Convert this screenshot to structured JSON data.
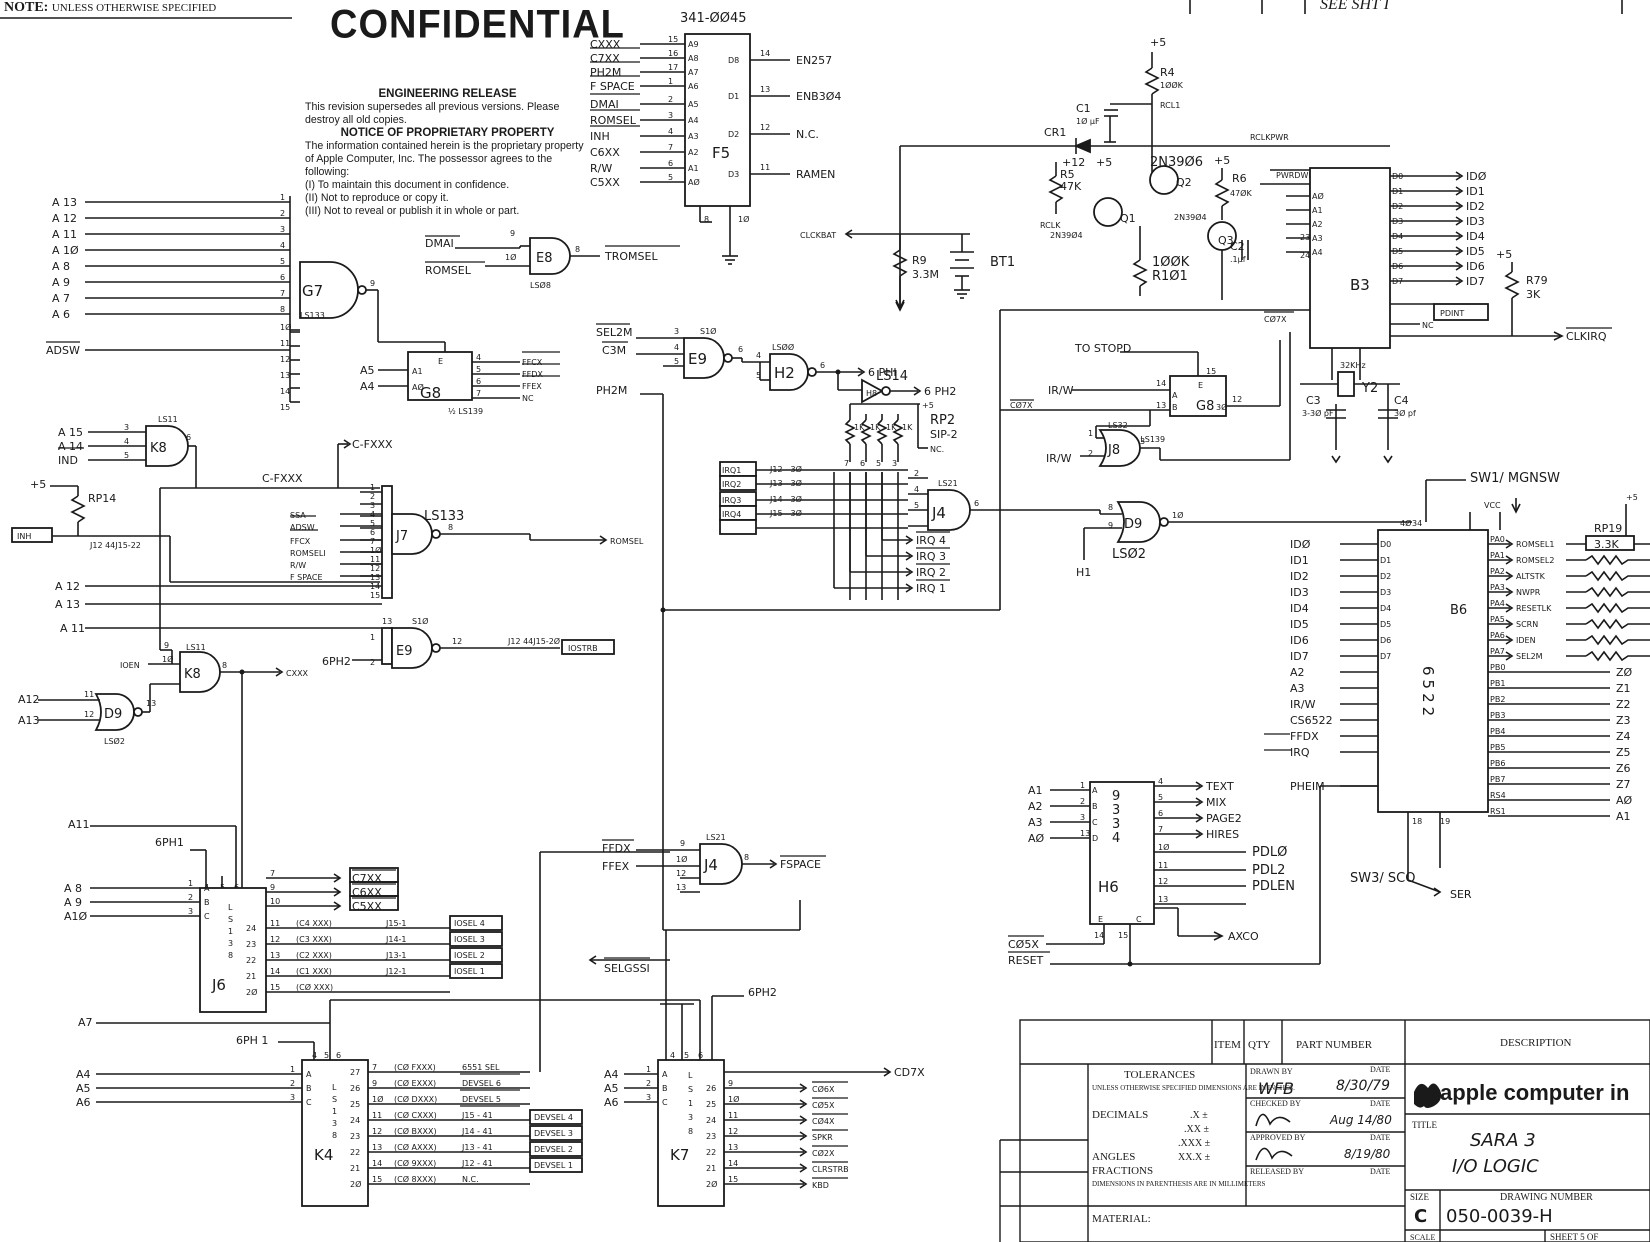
{
  "header": {
    "note": "NOTE:",
    "note_small": "UNLESS OTHERWISE SPECIFIED",
    "confidential": "CONFIDENTIAL",
    "see_sheet": "SEE SHT I"
  },
  "notice": {
    "release_title": "ENGINEERING RELEASE",
    "release_text": "This revision supersedes all previous versions. Please destroy all old copies.",
    "proprietary_title": "NOTICE OF PROPRIETARY PROPERTY",
    "proprietary_text": "The information contained herein is the proprietary property of Apple Computer, Inc. The possessor agrees to the following:",
    "items": [
      "(I) To maintain this document in confidence.",
      "(II) Not to reproduce or copy it.",
      "(III) Not to reveal or publish it in whole or part."
    ]
  },
  "chips": {
    "f5": {
      "part": "341-ØØ45",
      "ref": "F5"
    },
    "g7": {
      "ref": "G7",
      "type": "LS133"
    },
    "g8": {
      "ref": "G8",
      "type": "½ LS139"
    },
    "e8": {
      "ref": "E8",
      "type": "LSØ8"
    },
    "k8a": {
      "ref": "K8",
      "type": "LS11"
    },
    "j7": {
      "ref": "J7",
      "type": "LS133"
    },
    "e9a": {
      "ref": "E9",
      "type": "S1Ø"
    },
    "k8b": {
      "ref": "K8",
      "type": "LS11"
    },
    "d9a": {
      "ref": "D9",
      "type": "LSØ2"
    },
    "j6": {
      "ref": "J6"
    },
    "k4": {
      "ref": "K4"
    },
    "k7": {
      "ref": "K7"
    },
    "e9b": {
      "ref": "E9",
      "type": "S1Ø"
    },
    "h2": {
      "ref": "H2",
      "type": "LSØØ"
    },
    "h8": {
      "ref": "H8",
      "type": "LS14"
    },
    "rp2": {
      "ref": "RP2",
      "type": "SIP-2"
    },
    "j4": {
      "ref": "J4",
      "type": "LS21"
    },
    "j4b": {
      "ref": "J4",
      "type": "LS21"
    },
    "g8b": {
      "ref": "G8",
      "type": "½ LS139"
    },
    "j8": {
      "ref": "J8",
      "type": "LS32"
    },
    "d9b": {
      "ref": "D9",
      "type": "LSØ2"
    },
    "b3": {
      "ref": "B3"
    },
    "b6": {
      "ref": "B6",
      "part": "6522"
    },
    "h6": {
      "ref": "H6"
    }
  },
  "components": {
    "r4": "R4",
    "r4v": "1ØØK",
    "c1": "C1",
    "c1v": "1Ø μF",
    "cr1": "CR1",
    "r5": "R5",
    "r5v": "47K",
    "q1": "Q1",
    "q1t": "2N39Ø4",
    "q2": "Q2",
    "q2t": "2N39Ø6",
    "q3": "Q3",
    "q3t": "2N39Ø4",
    "r6": "R6",
    "r6v": "47ØK",
    "c2": "C2",
    "c2v": ".1μf",
    "r101": "R1Ø1",
    "r101v": "1ØØK",
    "r9": "R9",
    "r9v": "3.3M",
    "bt1": "BT1",
    "c3": "C3",
    "c3v": "3-3Ø pF",
    "c4": "C4",
    "c4v": "3Ø pf",
    "y2": "Y2",
    "y2v": "32KHz",
    "r79": "R79",
    "r79v": "3K",
    "rp19": "RP19",
    "rp19v": "3.3K",
    "rp14": "RP14",
    "plus5": "+5"
  },
  "signals": {
    "f5_in": [
      "CXXX",
      "C7XX",
      "PH2M",
      "F SPACE",
      "DMAI",
      "ROMSEL",
      "INH",
      "C6XX",
      "R/W",
      "C5XX"
    ],
    "f5_pin_in": [
      "15",
      "16",
      "17",
      "1",
      "2",
      "3",
      "4",
      "7",
      "6",
      "5"
    ],
    "f5_addr": [
      "A9",
      "A8",
      "A7",
      "A6",
      "A5",
      "A4",
      "A3",
      "A2",
      "A1",
      "AØ"
    ],
    "f5_out": [
      "EN257",
      "ENB3Ø4",
      "N.C.",
      "RAMEN"
    ],
    "f5_out_pins": [
      "D8",
      "D1",
      "D2",
      "D3"
    ],
    "f5_out_num": [
      "14",
      "13",
      "12",
      "11"
    ],
    "g7_in": [
      "A 13",
      "A 12",
      "A 11",
      "A 1Ø",
      "A 8",
      "A 9",
      "A 7",
      "A 6"
    ],
    "adsw": "ADSW",
    "e8_in": [
      "DMAI",
      "ROMSEL"
    ],
    "e8_out": "TROMSEL",
    "g8_in": [
      "A5",
      "A4"
    ],
    "g8_out": [
      "FFCX",
      "FFDX",
      "FFEX",
      "NC"
    ],
    "k8a_in": [
      "A 15",
      "A 14",
      "IND"
    ],
    "cfxxx": "C-FXXX",
    "cfxxx2": "C-FXXX",
    "rp14_label": "INH",
    "rp14_note": "J12 44J15-22",
    "j7_in": [
      "SSA",
      "ADSW",
      "FFCX",
      "ROMSELI",
      "R/W",
      "F SPACE"
    ],
    "j7_out": "ROMSEL",
    "a_left": [
      "A 12",
      "A 13",
      "A 11"
    ],
    "e9a_in": "6PH2",
    "e9a_out": "IOSTRB",
    "e9a_note": "J12 44J15-2Ø",
    "ioen": "IOEN",
    "d9a_in": [
      "A12",
      "A13"
    ],
    "cxxx_out": "CXXX",
    "a11": "A11",
    "gph1": "6PH1",
    "j6_in": [
      "A 8",
      "A 9",
      "A1Ø"
    ],
    "j6_out": [
      "C7XX",
      "C6XX",
      "C5XX"
    ],
    "j6_cx": [
      "(C4 XXX)",
      "(C3 XXX)",
      "(C2 XXX)",
      "(C1 XXX)",
      "(CØ XXX)"
    ],
    "j6_j": [
      "J15-1",
      "J14-1",
      "J13-1",
      "J12-1"
    ],
    "j6_sel": [
      "IOSEL 4",
      "IOSEL 3",
      "IOSEL 2",
      "IOSEL 1"
    ],
    "a7": "A7",
    "gph1b": "6PH 1",
    "k4_in": [
      "A4",
      "A5",
      "A6"
    ],
    "k4_cx": [
      "(CØ FXXX)",
      "(CØ EXXX)",
      "(CØ DXXX)",
      "(CØ CXXX)",
      "(CØ BXXX)",
      "(CØ AXXX)",
      "(CØ 9XXX)",
      "(CØ 8XXX)"
    ],
    "k4_out": [
      "6551 SEL",
      "DEVSEL 6",
      "DEVSEL 5",
      "J15 - 41",
      "J14 - 41",
      "J13 - 41",
      "J12 - 41",
      "N.C."
    ],
    "k4_dev": [
      "DEVSEL 4",
      "DEVSEL 3",
      "DEVSEL 2",
      "DEVSEL 1"
    ],
    "k7_in": [
      "A4",
      "A5",
      "A6"
    ],
    "k7_out": [
      "CØ6X",
      "CØ5X",
      "CØ4X",
      "SPKR",
      "CØ2X",
      "CLRSTRB",
      "KBD"
    ],
    "cd7x": "CD7X",
    "selgssi": "SELGSSI",
    "gph2": "6PH2",
    "e9b_in": [
      "SEL2M",
      "C3M",
      "PH2M"
    ],
    "gphi": "6 PHI",
    "gph2o": "6 PH2",
    "rp2_note": "NC.",
    "irq_in": [
      "IRQ1",
      "IRQ2",
      "IRQ3",
      "IRQ4"
    ],
    "irq_j": [
      "J12 - 3Ø",
      "J13 - 3Ø",
      "J14 - 3Ø",
      "J15 - 3Ø"
    ],
    "irq_out": [
      "IRQ 4",
      "IRQ 3",
      "IRQ 2",
      "IRQ 1"
    ],
    "rk": "1K",
    "j4b_in": [
      "FFDX",
      "FFEX"
    ],
    "fspace": "FSPACE",
    "stopd": "TO STOPD",
    "g8b_in": [
      "IR/W",
      "CØ7X"
    ],
    "j8_in": "IR/W",
    "d9b_h1": "H1",
    "rclkpwr": "RCLKPWR",
    "clckbat": "CLCKBAT",
    "c07x": "CØ7X",
    "b3_io": [
      "IDØ",
      "ID1",
      "ID2",
      "ID3",
      "ID4",
      "ID5",
      "ID6",
      "ID7"
    ],
    "b3_pins": [
      "D0",
      "D1",
      "D2",
      "D3",
      "D4",
      "D5",
      "D6",
      "D7"
    ],
    "b3_a": [
      "AØ",
      "A1",
      "A2",
      "A3",
      "A4"
    ],
    "pdint": "PDINT",
    "clkirq": "CLKIRQ",
    "sw1": "SW1/ MGNSW",
    "b6_in": [
      "IDØ",
      "ID1",
      "ID2",
      "ID3",
      "ID4",
      "ID5",
      "ID6",
      "ID7",
      "A2",
      "A3",
      "IR/W",
      "CS6522",
      "FFDX",
      "IRQ",
      "PHEIM"
    ],
    "b6_pa": [
      "ROMSEL1",
      "ROMSEL2",
      "ALTSTK",
      "NWPR",
      "RESETLK",
      "SCRN",
      "IDEN",
      "SEL2M"
    ],
    "b6_z": [
      "ZØ",
      "Z1",
      "Z2",
      "Z3",
      "Z4",
      "Z5",
      "Z6",
      "Z7",
      "AØ",
      "A1"
    ],
    "sw3": "SW3/ SCO",
    "ser": "SER",
    "h6_in": [
      "A1",
      "A2",
      "A3",
      "AØ"
    ],
    "h6_out": [
      "TEXT",
      "MIX",
      "PAGE2",
      "HIRES",
      "PDLØ",
      "PDL2",
      "PDLEN",
      "AXCO"
    ],
    "h6_bot": [
      "CØ5X",
      "RESET"
    ]
  },
  "title_block": {
    "item": "ITEM",
    "qty": "QTY",
    "part_number": "PART NUMBER",
    "description": "DESCRIPTION",
    "tolerances": "TOLERANCES",
    "tol_note": "UNLESS OTHERWISE SPECIFIED DIMENSIONS ARE IN INCHES.",
    "decimals": "DECIMALS",
    "dec_vals": [
      ".X ±",
      ".XX ±",
      ".XXX ±",
      "XX.X ±"
    ],
    "angles": "ANGLES",
    "fractions": "FRACTIONS",
    "mm_note": "DIMENSIONS IN PARENTHESIS ARE IN MILLIMETERS",
    "material": "MATERIAL:",
    "drawn_by": "DRAWN BY",
    "drawn_name": "WFB",
    "drawn_date": "8/30/79",
    "checked_by": "CHECKED BY",
    "checked_date": "Aug 14/80",
    "approved_by": "APPROVED BY",
    "approved_date": "8/19/80",
    "released_by": "RELEASED BY",
    "date": "DATE",
    "company": "apple computer in",
    "title_label": "TITLE",
    "title_1": "SARA 3",
    "title_2": "I/O LOGIC",
    "size_label": "SIZE",
    "size": "C",
    "drawing_label": "DRAWING NUMBER",
    "drawing_number": "050-0039-H",
    "scale": "SCALE",
    "sheet": "SHEET 5 OF"
  }
}
